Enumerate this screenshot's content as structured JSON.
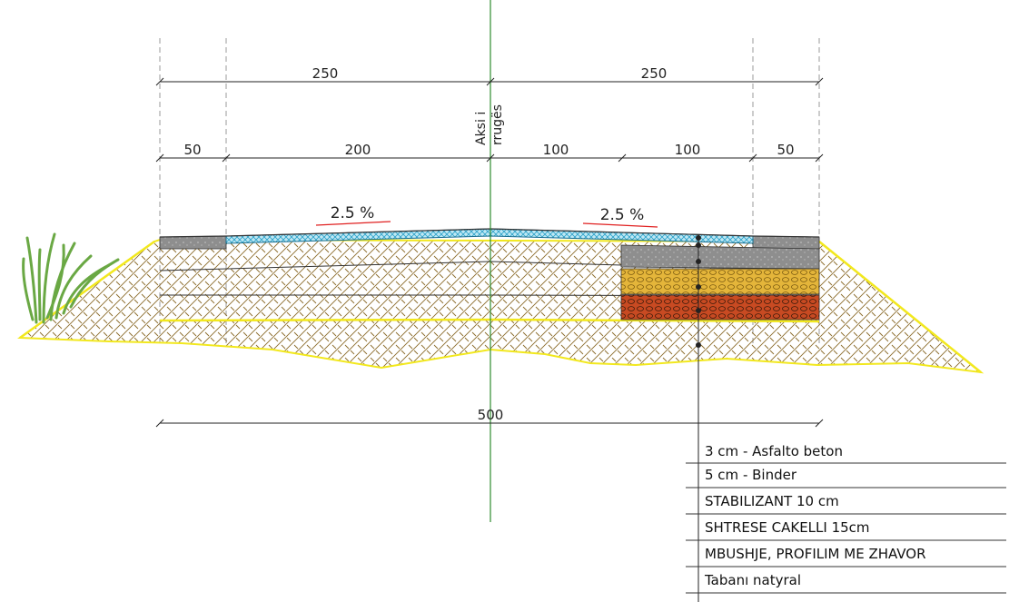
{
  "colors": {
    "axis_line": "#2e8b2e",
    "embankment_edge": "#f2e81e",
    "fill_pattern": "#8b6b2a",
    "asphalt": "#2aa0c8",
    "binder": "#8e8e8e",
    "stabilizer": "#d9a520",
    "gravel": "#c0391f",
    "slope_underline": "#e02020",
    "grass": "#6aa844"
  },
  "dimensions": {
    "top_left": "250",
    "top_right": "250",
    "mid_1": "50",
    "mid_2": "200",
    "mid_3": "100",
    "mid_4": "100",
    "mid_5": "50",
    "bottom_total": "500"
  },
  "axis_label": {
    "line1": "Aksi i",
    "line2": "rrugës"
  },
  "slopes": {
    "left": "2.5 %",
    "right": "2.5 %"
  },
  "legend": [
    {
      "text": "3 cm - Asfalto beton"
    },
    {
      "text": "5 cm - Binder"
    },
    {
      "text": "STABILIZANT 10 cm"
    },
    {
      "text": "SHTRESE CAKELLI 15cm"
    },
    {
      "text": "MBUSHJE, PROFILIM ME ZHAVOR"
    },
    {
      "text": "Tabanı natyral"
    }
  ]
}
